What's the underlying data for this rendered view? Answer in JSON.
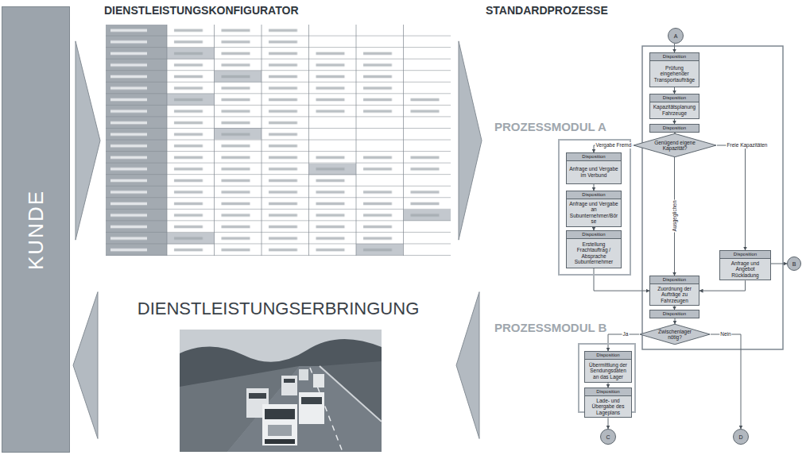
{
  "diagram": {
    "nodes": [
      {
        "text": [
          "KUNDE"
        ]
      },
      {
        "text": [
          "DIENSTLEISTUNGSKONFIGURATOR"
        ]
      },
      {
        "text": [
          "DIENSTLEISTUNGSERBRINGUNG"
        ]
      },
      {
        "text": [
          "STANDARDPROZESSE"
        ]
      },
      {
        "text": [
          "A"
        ],
        "in": 3
      },
      {
        "text": [
          "Disposition",
          "Prüfung eingehender Transportaufträge"
        ],
        "in": 3
      },
      {
        "text": [
          "Disposition",
          "Kapazitätsplanung Fahrzeuge"
        ],
        "in": 3
      },
      {
        "text": [
          "Disposition"
        ],
        "in": 3
      },
      {
        "text": [
          "Genügend eigene Kapazität?"
        ],
        "in": 3
      },
      {
        "text": [
          "PROZESSMODUL A"
        ],
        "in": 3
      },
      {
        "text": [
          "Disposition",
          "Anfrage und Vergabe im Verbund"
        ],
        "in": 9
      },
      {
        "text": [
          "Disposition",
          "Anfrage und Vergabe an Subunternehmer/Börse"
        ],
        "in": 9
      },
      {
        "text": [
          "Disposition",
          "Erstellung Frachtauftrag / Absprache Subunternehmer"
        ],
        "in": 9
      },
      {
        "text": [
          "Disposition",
          "Anfrage und Angebot Rückladung"
        ],
        "in": 3
      },
      {
        "text": [
          "B"
        ],
        "in": 3
      },
      {
        "text": [
          "Disposition",
          "Zuordnung der Aufträge zu Fahrzeugen"
        ],
        "in": 3
      },
      {
        "text": [
          "Disposition"
        ],
        "in": 3
      },
      {
        "text": [
          "Zwischenlager nötig?"
        ],
        "in": 3
      },
      {
        "text": [
          "PROZESSMODUL B"
        ],
        "in": 3
      },
      {
        "text": [
          "Disposition",
          "Übermittlung der Sendungsdaten an das Lager"
        ],
        "in": 18
      },
      {
        "text": [
          "Disposition",
          "Lade- und Übergabe des Lageplans"
        ],
        "in": 18
      },
      {
        "text": [
          "C"
        ],
        "in": 3
      },
      {
        "text": [
          "D"
        ],
        "in": 3
      }
    ],
    "edges": [
      {
        "from": 0,
        "to": 1,
        "arrow": "to"
      },
      {
        "from": 1,
        "to": 3,
        "arrow": "to"
      },
      {
        "from": 3,
        "to": 2,
        "arrow": "to"
      },
      {
        "from": 2,
        "to": 0,
        "arrow": "to"
      },
      {
        "from": 4,
        "to": 5,
        "arrow": "to"
      },
      {
        "from": 5,
        "to": 6,
        "arrow": "to"
      },
      {
        "from": 6,
        "to": 7,
        "arrow": "to"
      },
      {
        "from": 7,
        "to": 8,
        "arrow": "to"
      },
      {
        "from": 8,
        "to": 10,
        "label": "Vergabe Fremd",
        "arrow": "to"
      },
      {
        "from": 8,
        "to": 13,
        "label": "Freie Kapazitäten",
        "arrow": "to"
      },
      {
        "from": 8,
        "to": 15,
        "label": "Ausgeglichen",
        "arrow": "to"
      },
      {
        "from": 10,
        "to": 11,
        "arrow": "to"
      },
      {
        "from": 11,
        "to": 12,
        "arrow": "to"
      },
      {
        "from": 12,
        "to": 15,
        "arrow": "to"
      },
      {
        "from": 13,
        "to": 14,
        "arrow": "to"
      },
      {
        "from": 13,
        "to": 15,
        "arrow": "to"
      },
      {
        "from": 15,
        "to": 16,
        "arrow": "to"
      },
      {
        "from": 16,
        "to": 17,
        "arrow": "to"
      },
      {
        "from": 17,
        "to": 19,
        "label": "Ja",
        "arrow": "to"
      },
      {
        "from": 17,
        "to": 22,
        "label": "Nein",
        "arrow": "to"
      },
      {
        "from": 19,
        "to": 20,
        "arrow": "to"
      },
      {
        "from": 20,
        "to": 21,
        "arrow": "to"
      }
    ]
  }
}
